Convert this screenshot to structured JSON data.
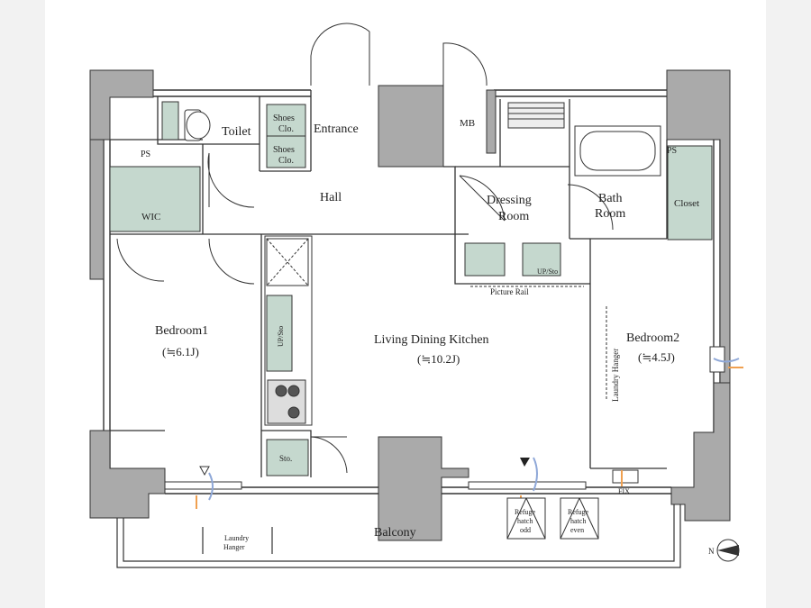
{
  "rooms": {
    "toilet": "Toilet",
    "entrance": "Entrance",
    "mb": "MB",
    "hall": "Hall",
    "wic": "WIC",
    "ps_left": "PS",
    "ps_right": "PS",
    "shoes_clo_1": [
      "Shoes",
      "Clo."
    ],
    "shoes_clo_2": [
      "Shoes",
      "Clo."
    ],
    "dressing_room": [
      "Dressing",
      "Room"
    ],
    "bath_room": [
      "Bath",
      "Room"
    ],
    "closet": "Closet",
    "bedroom1": "Bedroom1",
    "bedroom1_area": "(≒6.1J)",
    "ldk": "Living Dining Kitchen",
    "ldk_area": "(≒10.2J)",
    "bedroom2": "Bedroom2",
    "bedroom2_area": "(≒4.5J)",
    "balcony": "Balcony",
    "sto": "Sto."
  },
  "labels": {
    "picture_rail": "Picture Rail",
    "laundry_hanger_vertical": "Laundry Hanger",
    "laundry_hanger_balcony": [
      "Laundry",
      "Hanger"
    ],
    "refuge_odd": [
      "Refuge",
      "hatch",
      "odd"
    ],
    "refuge_even": [
      "Refuge",
      "hatch",
      "even"
    ],
    "fix": "FIX",
    "up_sto_1": "UP/Sto",
    "up_sto_2": "UP/Sto",
    "compass_n": "N"
  },
  "colors": {
    "background": "#f2f2f2",
    "page": "#ffffff",
    "wall": "#aaaaaa",
    "storage_green": "#c5d8ce",
    "line": "#333333",
    "accent_orange": "#f0a050",
    "accent_blue": "#8fa8d8"
  }
}
